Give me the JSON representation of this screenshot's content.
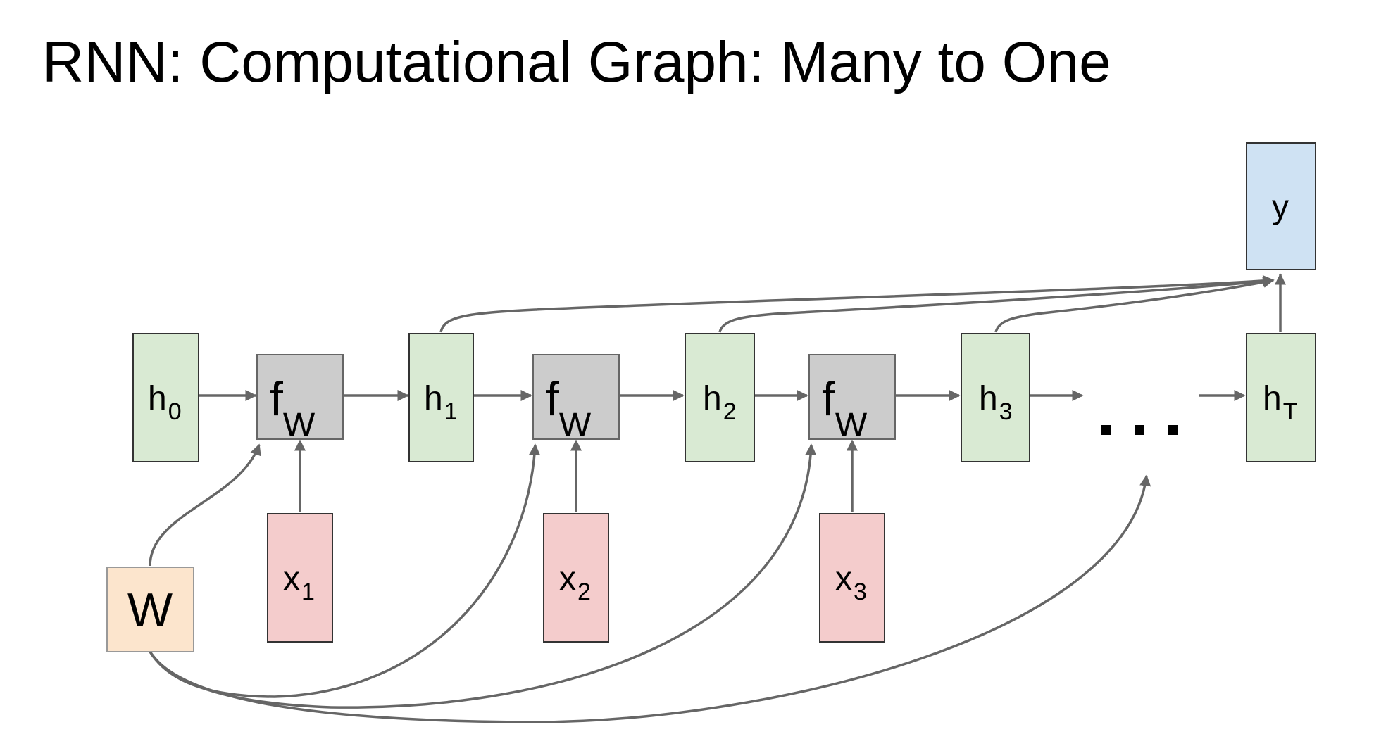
{
  "title": "RNN: Computational Graph: Many to One",
  "nodes": {
    "h0": {
      "base": "h",
      "sub": "0"
    },
    "f1": {
      "base": "f",
      "sub": "W"
    },
    "h1": {
      "base": "h",
      "sub": "1"
    },
    "f2": {
      "base": "f",
      "sub": "W"
    },
    "h2": {
      "base": "h",
      "sub": "2"
    },
    "f3": {
      "base": "f",
      "sub": "W"
    },
    "h3": {
      "base": "h",
      "sub": "3"
    },
    "hT": {
      "base": "h",
      "sub": "T"
    },
    "x1": {
      "base": "x",
      "sub": "1"
    },
    "x2": {
      "base": "x",
      "sub": "2"
    },
    "x3": {
      "base": "x",
      "sub": "3"
    },
    "y": {
      "base": "y"
    },
    "W": {
      "base": "W"
    }
  },
  "colors": {
    "hidden_state": "#d9ead3",
    "function": "#cccccc",
    "input": "#f4cccc",
    "output": "#cfe2f3",
    "weights": "#fce5cd",
    "edge": "#666666"
  }
}
